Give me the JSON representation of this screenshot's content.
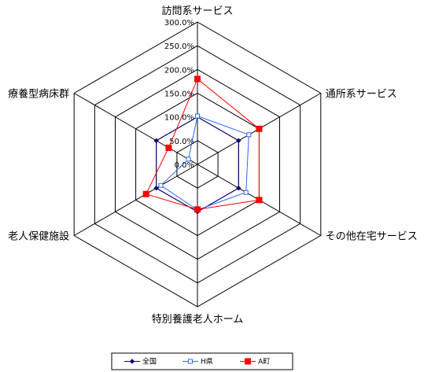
{
  "chart_data": {
    "type": "radar",
    "axes": [
      "訪問系サービス",
      "通所系サービス",
      "その他在宅サービス",
      "特別養護老人ホーム",
      "老人保健施設",
      "療養型病床群"
    ],
    "rmax": 300,
    "ticks": [
      0,
      50,
      100,
      150,
      200,
      250,
      300
    ],
    "tick_labels": [
      "0.0%",
      "50.0%",
      "100.0%",
      "150.0%",
      "200.0%",
      "250.0%",
      "300.0%"
    ],
    "grid": true,
    "legend_position": "bottom",
    "series": [
      {
        "name": "全国",
        "color": "#000080",
        "marker": "diamond",
        "values": [
          100,
          100,
          100,
          100,
          100,
          100
        ]
      },
      {
        "name": "H県",
        "color": "#3366ff",
        "marker": "square-open",
        "values": [
          102,
          125,
          118,
          96,
          89,
          22
        ]
      },
      {
        "name": "A町",
        "color": "#ff0000",
        "marker": "square",
        "values": [
          180,
          150,
          150,
          95,
          125,
          70
        ]
      }
    ]
  }
}
